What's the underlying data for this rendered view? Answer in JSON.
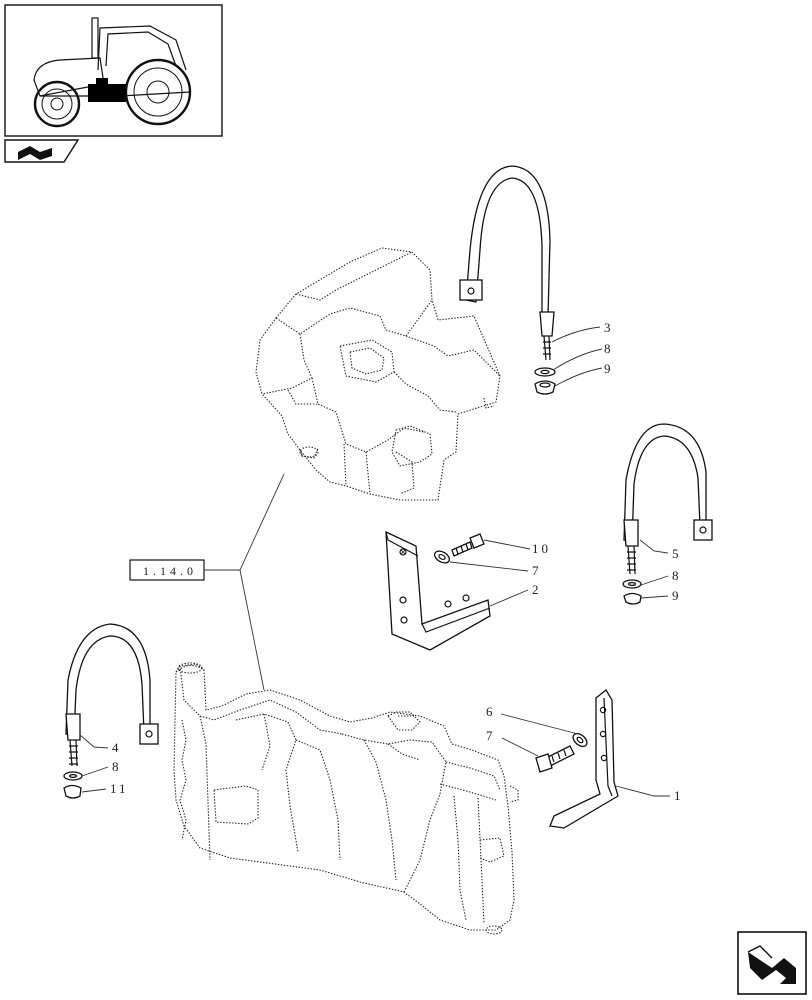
{
  "reference_label": "1.14.0",
  "callouts": {
    "c1": "1",
    "c2": "2",
    "c3": "3",
    "c4": "4",
    "c5": "5",
    "c6": "6",
    "c7_upper": "7",
    "c7_lower": "7",
    "c8_upper": "8",
    "c8_mid": "8",
    "c8_lower": "8",
    "c9_upper": "9",
    "c9_mid": "9",
    "c10": "10",
    "c11": "11"
  },
  "icons": {
    "thumbnail": "tractor-thumbnail-icon",
    "section_tab": "section-tab-icon",
    "nav": "next-page-arrow-icon"
  }
}
